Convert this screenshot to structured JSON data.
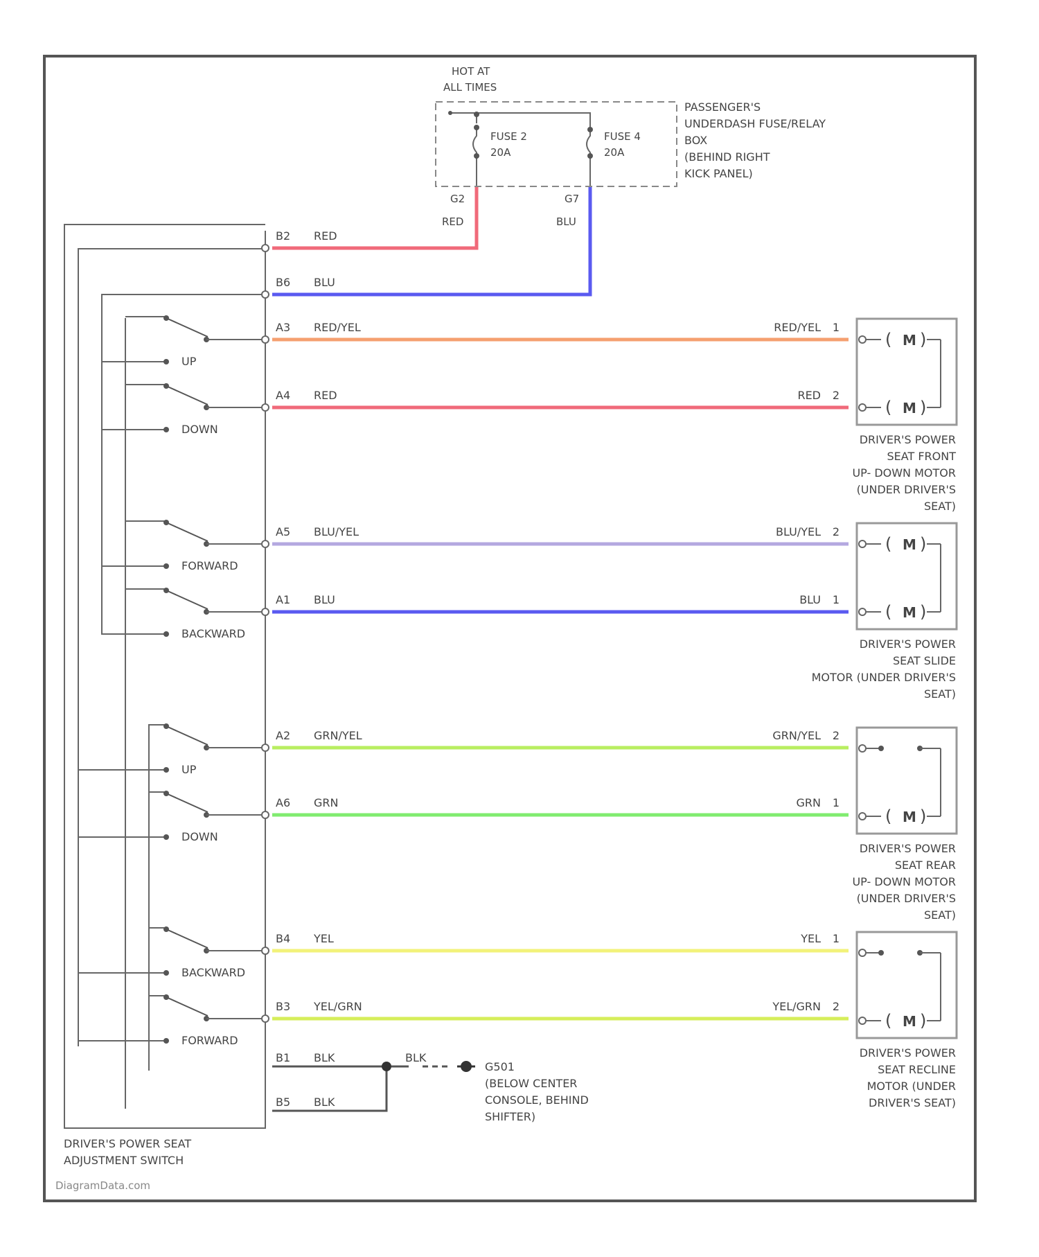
{
  "fuse_box": {
    "hot_label_1": "HOT AT",
    "hot_label_2": "ALL TIMES",
    "fuse2_name": "FUSE 2",
    "fuse2_rating": "20A",
    "fuse4_name": "FUSE 4",
    "fuse4_rating": "20A",
    "pin_left": "G2",
    "pin_right": "G7",
    "wire_left": "RED",
    "wire_right": "BLU",
    "name_lines": [
      "PASSENGER'S",
      "UNDERDASH FUSE/RELAY",
      "BOX",
      "(BEHIND RIGHT",
      "KICK PANEL)"
    ]
  },
  "switch": {
    "name_lines": [
      "DRIVER'S POWER SEAT",
      "ADJUSTMENT SWITCH"
    ],
    "actions": {
      "front_up": "UP",
      "front_down": "DOWN",
      "slide_forward": "FORWARD",
      "slide_backward": "BACKWARD",
      "rear_up": "UP",
      "rear_down": "DOWN",
      "recline_backward": "BACKWARD",
      "recline_forward": "FORWARD"
    }
  },
  "wires": [
    {
      "pin": "B2",
      "color_text": "RED",
      "color": "#f06a7a",
      "end_color_text": "",
      "end_pin": ""
    },
    {
      "pin": "B6",
      "color_text": "BLU",
      "color": "#5a5af0",
      "end_color_text": "",
      "end_pin": ""
    },
    {
      "pin": "A3",
      "color_text": "RED/YEL",
      "color": "#f5a070",
      "end_color_text": "RED/YEL",
      "end_pin": "1"
    },
    {
      "pin": "A4",
      "color_text": "RED",
      "color": "#f06a7a",
      "end_color_text": "RED",
      "end_pin": "2"
    },
    {
      "pin": "A5",
      "color_text": "BLU/YEL",
      "color": "#b4a8e0",
      "end_color_text": "BLU/YEL",
      "end_pin": "2"
    },
    {
      "pin": "A1",
      "color_text": "BLU",
      "color": "#5a5af0",
      "end_color_text": "BLU",
      "end_pin": "1"
    },
    {
      "pin": "A2",
      "color_text": "GRN/YEL",
      "color": "#b8ee60",
      "end_color_text": "GRN/YEL",
      "end_pin": "2"
    },
    {
      "pin": "A6",
      "color_text": "GRN",
      "color": "#80ec70",
      "end_color_text": "GRN",
      "end_pin": "1"
    },
    {
      "pin": "B4",
      "color_text": "YEL",
      "color": "#f2f27a",
      "end_color_text": "YEL",
      "end_pin": "1"
    },
    {
      "pin": "B3",
      "color_text": "YEL/GRN",
      "color": "#d6ee5a",
      "end_color_text": "YEL/GRN",
      "end_pin": "2"
    }
  ],
  "ground": {
    "pin_1": "B1",
    "pin_2": "B5",
    "wire_1": "BLK",
    "wire_2": "BLK",
    "wire_out": "BLK",
    "name_lines": [
      "G501",
      "(BELOW CENTER",
      "CONSOLE, BEHIND",
      "SHIFTER)"
    ]
  },
  "motors": [
    {
      "symbol": "M",
      "name_lines": [
        "DRIVER'S POWER",
        "SEAT FRONT",
        "UP- DOWN MOTOR",
        "(UNDER DRIVER'S",
        "SEAT)"
      ]
    },
    {
      "symbol": "M",
      "name_lines": [
        "DRIVER'S POWER",
        "SEAT SLIDE",
        "MOTOR (UNDER DRIVER'S",
        "SEAT)"
      ]
    },
    {
      "symbol": "M",
      "name_lines": [
        "DRIVER'S POWER",
        "SEAT REAR",
        "UP- DOWN MOTOR",
        "(UNDER DRIVER'S",
        "SEAT)"
      ]
    },
    {
      "symbol": "M",
      "name_lines": [
        "DRIVER'S POWER",
        "SEAT RECLINE",
        "MOTOR (UNDER",
        "DRIVER'S SEAT)"
      ]
    }
  ],
  "watermark": "DiagramData.com"
}
